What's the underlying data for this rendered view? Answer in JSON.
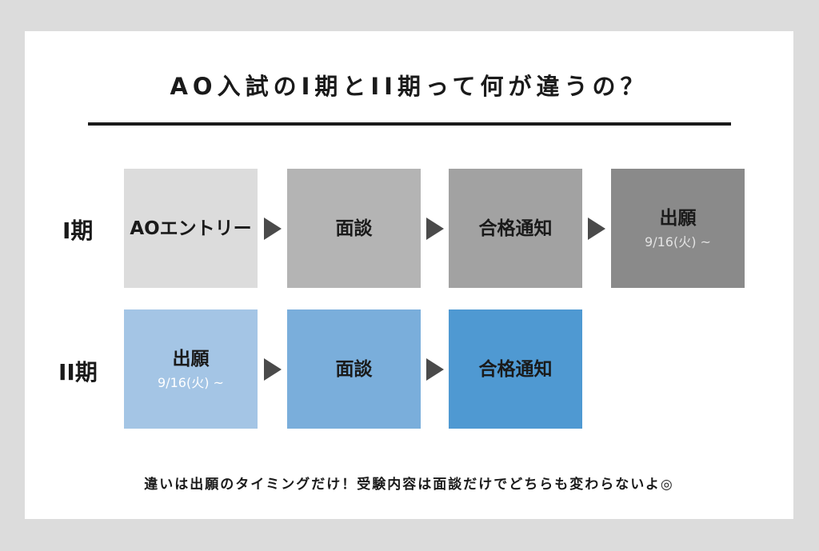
{
  "title": "AO入試のI期とII期って何が違うの？",
  "rows": [
    {
      "label": "I期",
      "steps": [
        {
          "label": "AOエントリー",
          "sub": "",
          "bg": "#dcdcdc",
          "sub_color": ""
        },
        {
          "label": "面談",
          "sub": "",
          "bg": "#b4b4b4",
          "sub_color": ""
        },
        {
          "label": "合格通知",
          "sub": "",
          "bg": "#a2a2a2",
          "sub_color": ""
        },
        {
          "label": "出願",
          "sub": "9/16(火) ~",
          "bg": "#8a8a8a",
          "sub_color": "#e2e2e2"
        }
      ]
    },
    {
      "label": "II期",
      "steps": [
        {
          "label": "出願",
          "sub": "9/16(火) ~",
          "bg": "#a4c5e5",
          "sub_color": "#ffffff"
        },
        {
          "label": "面談",
          "sub": "",
          "bg": "#7aaedb",
          "sub_color": ""
        },
        {
          "label": "合格通知",
          "sub": "",
          "bg": "#4f99d2",
          "sub_color": ""
        }
      ]
    }
  ],
  "footer": "違いは出願のタイミングだけ！受験内容は面談だけでどちらも変わらないよ◎",
  "colors": {
    "page_bg": "#dcdcdc",
    "card_bg": "#ffffff",
    "text": "#1a1a1a",
    "arrow": "#4a4a4a"
  }
}
